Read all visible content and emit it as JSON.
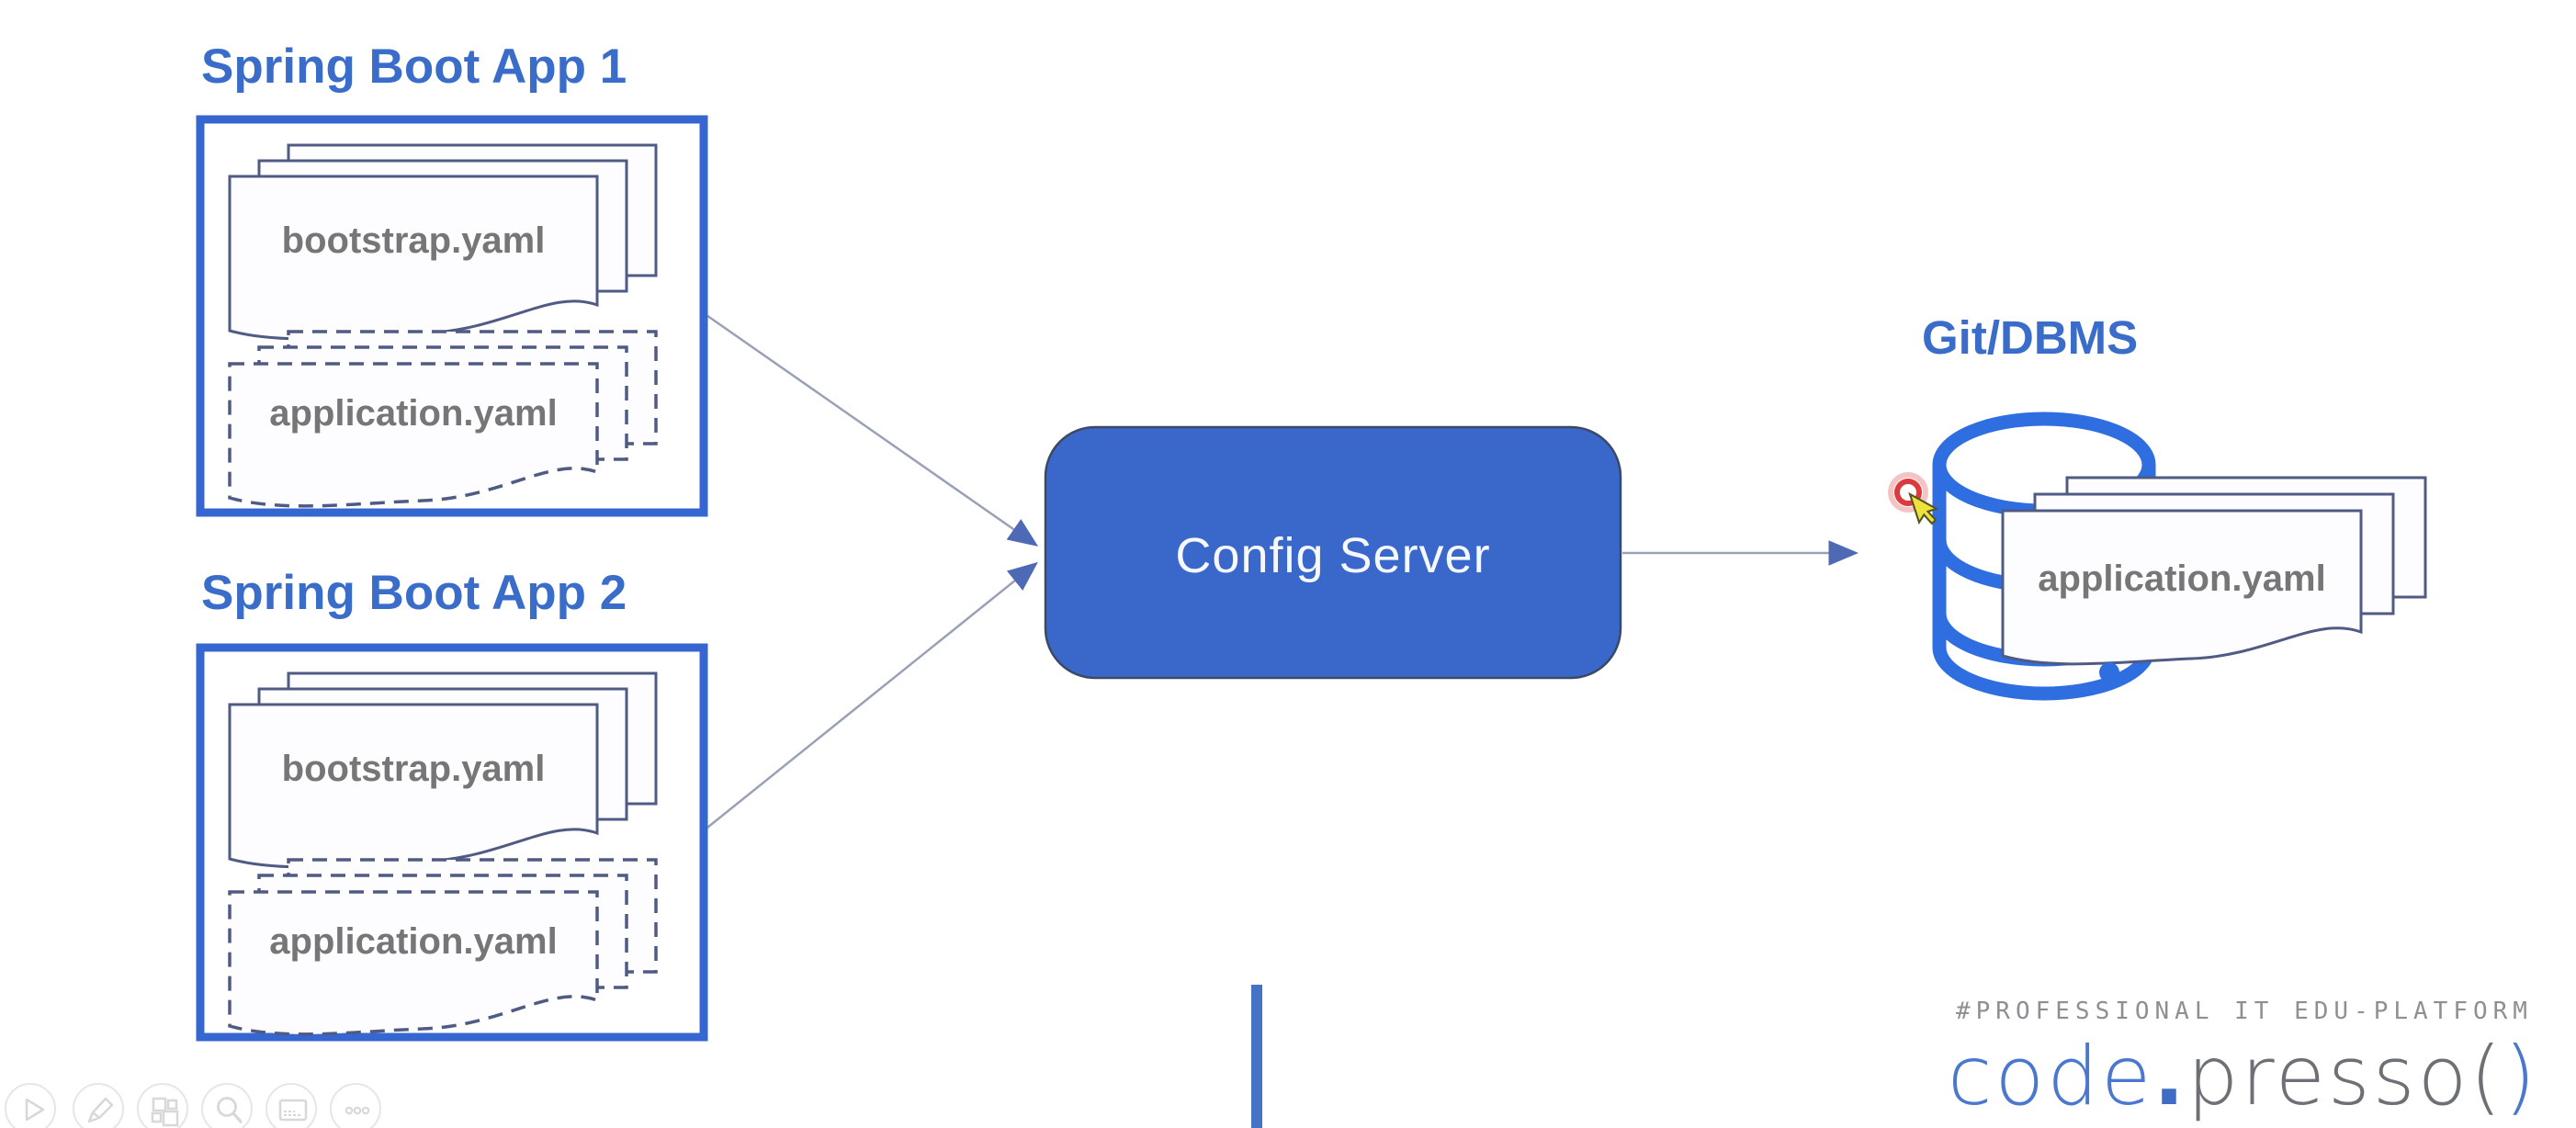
{
  "slide": {
    "apps": [
      {
        "title": "Spring Boot App 1",
        "docs": [
          {
            "label": "bootstrap.yaml",
            "style": "solid"
          },
          {
            "label": "application.yaml",
            "style": "dashed"
          }
        ]
      },
      {
        "title": "Spring Boot App 2",
        "docs": [
          {
            "label": "bootstrap.yaml",
            "style": "solid"
          },
          {
            "label": "application.yaml",
            "style": "dashed"
          }
        ]
      }
    ],
    "config_server": {
      "label": "Config Server"
    },
    "storage": {
      "title": "Git/DBMS",
      "doc_label": "application.yaml"
    }
  },
  "branding": {
    "tagline": "#PROFESSIONAL IT EDU-PLATFORM",
    "logo": {
      "code": "code",
      "dot": ".",
      "presso": "presso",
      "paren_open": "(",
      "paren_close": ")"
    }
  },
  "presenter_toolbar": {
    "icons": [
      "play",
      "pen",
      "see-all-slides",
      "zoom",
      "captions",
      "more-options"
    ]
  },
  "cursor": {
    "type": "arrow-pointer-with-highlight",
    "ring_color": "#db3a3f",
    "pointer_color": "#efe23c"
  },
  "colors": {
    "title_blue": "#3a6cc9",
    "box_border_blue": "#3667d1",
    "config_fill_blue": "#3a68ca",
    "cylinder_blue": "#2f6ee0",
    "doc_outline": "#4f5b83",
    "doc_text_gray": "#767676",
    "arrow_line": "#99a1b7",
    "arrow_head": "#4e6ab4",
    "annotation_bar": "#4472c4",
    "logo_blue": "#4b78ce",
    "logo_gray": "#6d7074"
  }
}
